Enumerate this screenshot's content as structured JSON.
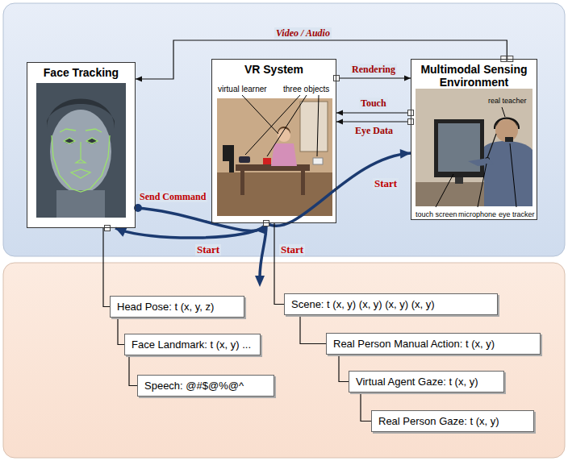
{
  "diagram": {
    "nodes": [
      {
        "text": [
          "Face Tracking"
        ]
      },
      {
        "text": [
          "VR System",
          "virtual learner",
          "three objects"
        ]
      },
      {
        "text": [
          "Multimodal Sensing Environment",
          "real teacher",
          "touch screen",
          "microphone",
          "eye tracker"
        ]
      },
      {
        "text": [
          "Head Pose: t (x, y, z)"
        ]
      },
      {
        "text": [
          "Face Landmark: t (x, y) ..."
        ]
      },
      {
        "text": [
          "Speech: @#$@%@^"
        ]
      },
      {
        "text": [
          "Scene: t (x, y) (x, y) (x, y) (x, y)"
        ]
      },
      {
        "text": [
          "Real Person Manual Action: t (x, y)"
        ]
      },
      {
        "text": [
          "Virtual Agent Gaze: t (x, y)"
        ]
      },
      {
        "text": [
          "Real Person Gaze: t (x, y)"
        ]
      }
    ],
    "edges": [
      {
        "from": 2,
        "to": 0,
        "arrow": "to",
        "label": "Video / Audio"
      },
      {
        "from": 1,
        "to": 2,
        "arrow": "to",
        "label": "Rendering"
      },
      {
        "from": 2,
        "to": 1,
        "arrow": "to",
        "label": "Touch"
      },
      {
        "from": 2,
        "to": 1,
        "arrow": "to",
        "label": "Eye Data"
      },
      {
        "from": 0,
        "to": 1,
        "arrow": "to",
        "label": "Send Command"
      },
      {
        "from": 1,
        "to": 0,
        "arrow": "to",
        "label": "Start"
      },
      {
        "from": 1,
        "to": 2,
        "arrow": "to",
        "label": "Start"
      },
      {
        "from": 0,
        "to": 3,
        "arrow": "none"
      },
      {
        "from": 3,
        "to": 4,
        "arrow": "none"
      },
      {
        "from": 4,
        "to": 5,
        "arrow": "none"
      },
      {
        "from": 1,
        "to": 6,
        "arrow": "none"
      },
      {
        "from": 6,
        "to": 7,
        "arrow": "none"
      },
      {
        "from": 7,
        "to": 8,
        "arrow": "none"
      },
      {
        "from": 8,
        "to": 9,
        "arrow": "none"
      }
    ],
    "labels": [
      "Start"
    ]
  }
}
